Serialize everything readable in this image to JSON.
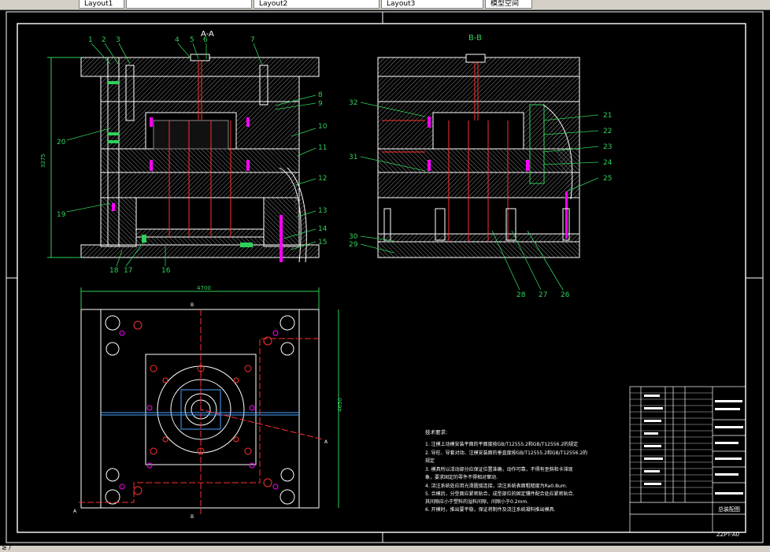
{
  "tabs": [
    {
      "label": "Layout1"
    },
    {
      "label": "Layout2"
    },
    {
      "label": "Layout3"
    },
    {
      "label": "模型空间"
    }
  ],
  "section_labels": {
    "aa": "A-A",
    "bb": "B-B"
  },
  "cut_marks": {
    "a": "A",
    "b": "B"
  },
  "callouts_left": [
    "1",
    "2",
    "3",
    "4",
    "5",
    "6",
    "7",
    "8",
    "9",
    "10",
    "11",
    "12",
    "13",
    "14",
    "15",
    "16",
    "17",
    "18",
    "19",
    "20"
  ],
  "callouts_right": [
    "21",
    "22",
    "23",
    "24",
    "25",
    "26",
    "27",
    "28",
    "29",
    "30",
    "31",
    "32"
  ],
  "dims": {
    "width_top": "4700",
    "height_left": "3275",
    "height_right": "4650"
  },
  "tech_title": "技术要求:",
  "tech_lines": [
    "1. 注模上动模安装平面的平面度按GB/T12555.2和GB/T12556.2的规定",
    "2. 导柱、导套对动、注模安装面的垂直度按GB/T12555.2和GB/T12556.2的",
    "   规定",
    "3. 模具所以活动部分应保证位置准确，动作可靠，不得有歪斜和卡滞现",
    "   象，要求固定的零件不得相对窜动.",
    "4. 浇注系统处应用光滑圆弧连接，浇注系统表面粗糙度为Ra0.8um.",
    "5. 合模后，分型面应紧密贴合，成型部位的固定镶件配合处应紧密贴合.",
    "   其间隙应小于塑料的溢料间隙，间隙小于0.2mm.",
    "6. 开模时，推出要平稳，保证将制件及浇注系统凝料推出模具."
  ],
  "title_block": {
    "drawing_name": "总装配图",
    "drawing_code": "ZZPT-A0"
  },
  "status_text": "≥ /",
  "colors": {
    "line_white": "#ffffff",
    "hatch": "#8a8a8a",
    "callout": "#2fd05a",
    "magenta": "#ff00ff",
    "red": "#ff3030",
    "bg": "#000000"
  }
}
